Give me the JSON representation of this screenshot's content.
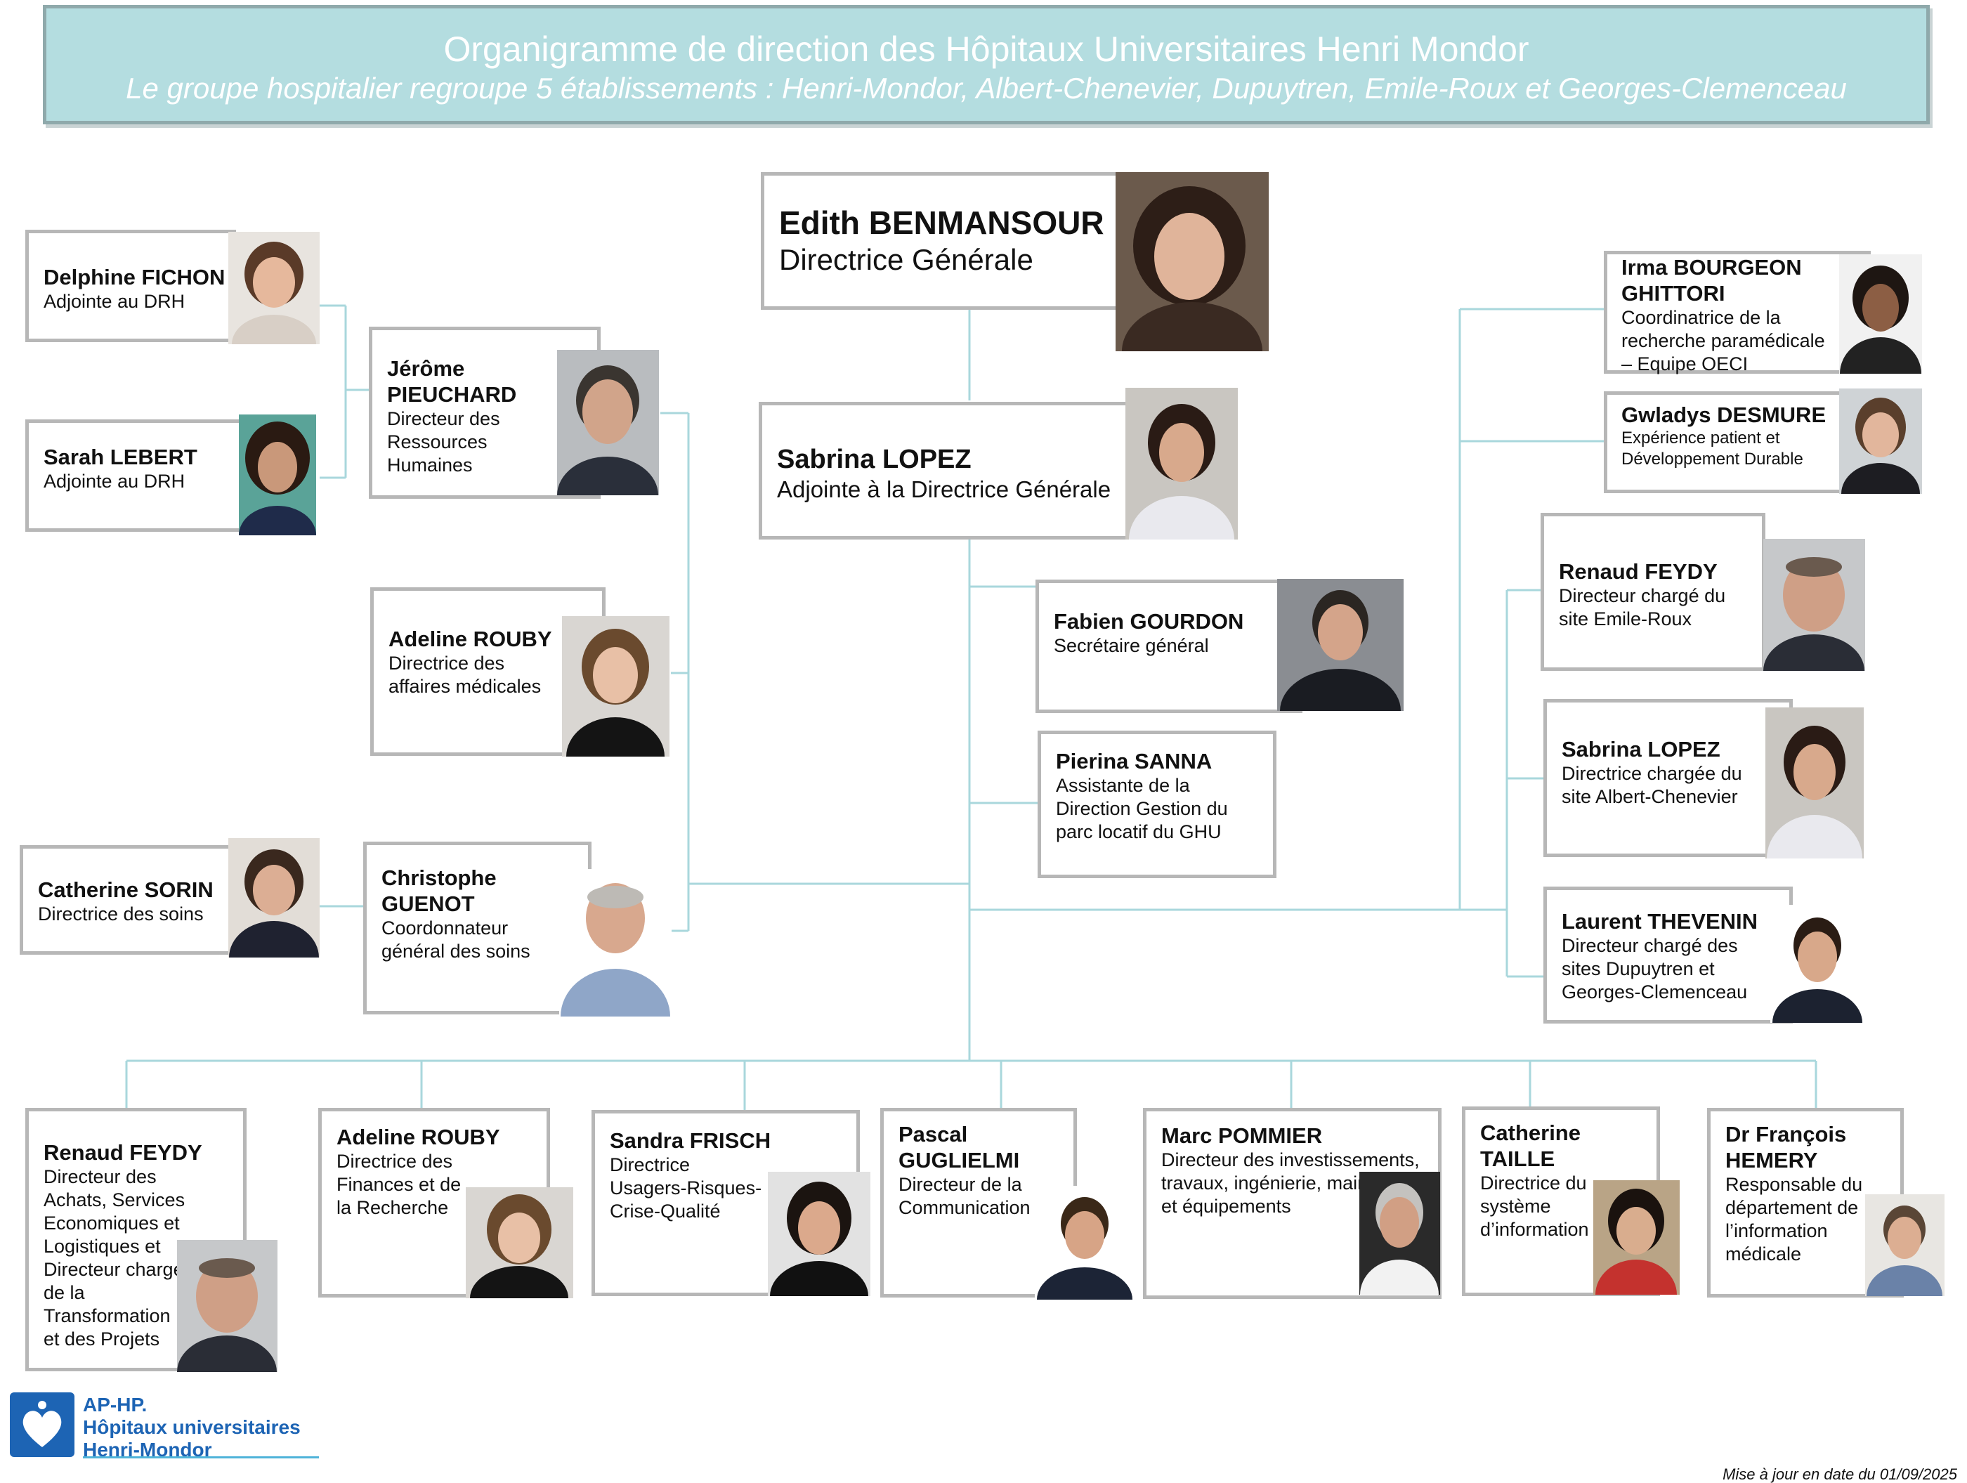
{
  "header": {
    "title": "Organigramme de direction des Hôpitaux Universitaires Henri Mondor",
    "subtitle": "Le groupe hospitalier regroupe 5 établissements : Henri-Mondor, Albert-Chenevier, Dupuytren, Emile-Roux et Georges-Clemenceau"
  },
  "people": {
    "dg": {
      "name": "Edith BENMANSOUR",
      "role": "Directrice Générale"
    },
    "adj": {
      "name": "Sabrina LOPEZ",
      "role": "Adjointe à la Directrice Générale"
    },
    "fichon": {
      "name": "Delphine FICHON",
      "role": "Adjointe au DRH"
    },
    "lebert": {
      "name": "Sarah LEBERT",
      "role": "Adjointe au DRH"
    },
    "pieuchard": {
      "name": "Jérôme PIEUCHARD",
      "role": "Directeur des Ressources Humaines"
    },
    "rouby1": {
      "name": "Adeline ROUBY",
      "role": "Directrice des affaires médicales"
    },
    "sorin": {
      "name": "Catherine SORIN",
      "role": "Directrice des soins"
    },
    "guenot": {
      "name": "Christophe GUENOT",
      "role": "Coordonnateur général des soins"
    },
    "gourdon": {
      "name": "Fabien GOURDON",
      "role": "Secrétaire général"
    },
    "sanna": {
      "name": "Pierina SANNA",
      "role": "Assistante de la Direction Gestion du parc locatif du GHU"
    },
    "bourgeon": {
      "name": "Irma BOURGEON GHITTORI",
      "role": "Coordinatrice de la recherche paramédicale – Equipe OECI"
    },
    "desmure": {
      "name": "Gwladys DESMURE",
      "role": "Expérience patient et Développement Durable"
    },
    "feydy1": {
      "name": "Renaud FEYDY",
      "role": "Directeur chargé du site Emile-Roux"
    },
    "lopez2": {
      "name": "Sabrina LOPEZ",
      "role": "Directrice chargée du site Albert-Chenevier"
    },
    "thevenin": {
      "name": "Laurent THEVENIN",
      "role": "Directeur chargé des sites Dupuytren et Georges-Clemenceau"
    },
    "feydy2": {
      "name": "Renaud FEYDY",
      "role": "Directeur des Achats, Services Economiques et Logistiques et Directeur chargé de la Transformation et des Projets"
    },
    "rouby2": {
      "name": "Adeline ROUBY",
      "role": "Directrice des Finances et de la Recherche"
    },
    "frisch": {
      "name": "Sandra FRISCH",
      "role": "Directrice Usagers-Risques-Crise-Qualité"
    },
    "guglielmi": {
      "name": "Pascal GUGLIELMI",
      "role": "Directeur de la Communication"
    },
    "pommier": {
      "name": "Marc POMMIER",
      "role": "Directeur des investissements, travaux, ingénierie, maintenance et équipements"
    },
    "taille": {
      "name": "Catherine TAILLE",
      "role": "Directrice du système d’information"
    },
    "hemery": {
      "name": "Dr François HEMERY",
      "role": "Responsable du département de l’information médicale"
    }
  },
  "logo": {
    "line1": "AP-HP.",
    "line2": "Hôpitaux universitaires",
    "line3": "Henri-Mondor"
  },
  "footer": "Mise à jour en date du 01/09/2025"
}
